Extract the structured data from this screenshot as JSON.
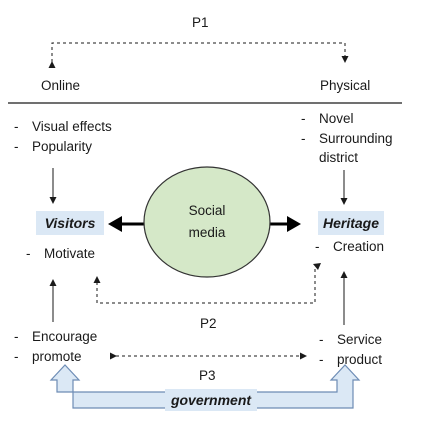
{
  "labels": {
    "p1": "P1",
    "p2": "P2",
    "p3": "P3",
    "online": "Online",
    "physical": "Physical"
  },
  "left_top_list": [
    "Visual effects",
    "Popularity"
  ],
  "right_top_list": [
    "Novel",
    "Surrounding",
    "district"
  ],
  "visitors": {
    "label": "Visitors",
    "sub": "Motivate"
  },
  "heritage": {
    "label": "Heritage",
    "sub": "Creation"
  },
  "center": {
    "line1": "Social",
    "line2": "media",
    "fill": "#d5e8c8",
    "stroke": "#333333"
  },
  "left_bottom_list": [
    "Encourage",
    "promote"
  ],
  "right_bottom_list": [
    "Service",
    "product"
  ],
  "government": {
    "label": "government"
  },
  "colors": {
    "box_fill": "#dbe8f5",
    "arrow_fill": "#dbe8f5",
    "arrow_stroke": "#6d8cb5",
    "line": "#1a1a1a"
  }
}
